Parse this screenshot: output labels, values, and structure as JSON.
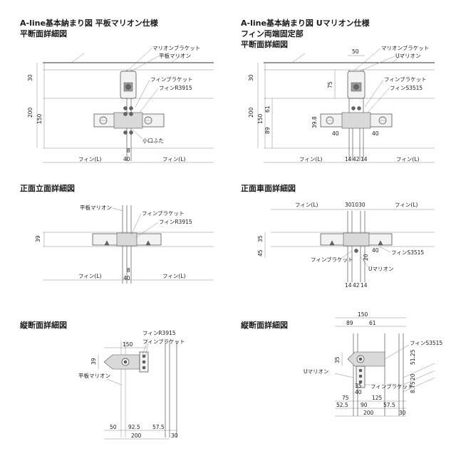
{
  "headings": {
    "left_title": "A-line基本納まり図 平板マリオン仕様",
    "left_sub1": "平断面詳細図",
    "right_title": "A-line基本納まり図 Uマリオン仕様",
    "right_sub1": "フィン両端固定部",
    "right_sub2": "平断面詳細図",
    "front_left": "正面立面詳細図",
    "front_right": "正面車面詳細図",
    "sect_left": "縦断面詳細図",
    "sect_right": "縦断面詳細図"
  },
  "labels": {
    "mullion_bracket": "マリオンブラケット",
    "flat_mullion": "平板マリオン",
    "u_mullion": "Uマリオン",
    "fin_bracket": "フィンブラケット",
    "fin_r3915": "フィンR3915",
    "fin_s3515": "フィンS3515",
    "small_cap": "小口ふた",
    "fin_l": "フィン(L)"
  },
  "dims": {
    "p1": {
      "d30": "30",
      "d200": "200",
      "d150": "150",
      "d8": "8",
      "d40": "40"
    },
    "p2": {
      "d50": "50",
      "d75": "75",
      "d30": "30",
      "d200": "200",
      "d61": "61",
      "d150": "150",
      "d89": "89",
      "d398": "39.8",
      "d40a": "40",
      "d40b": "40",
      "d14a": "14",
      "d42": "42",
      "d14b": "14"
    },
    "p3": {
      "d39": "39",
      "d8": "8",
      "d40": "40"
    },
    "p4": {
      "top": "301030",
      "d35": "35",
      "d45": "45",
      "d40": "40",
      "d20": "20",
      "bot": "14",
      "bot2": "42",
      "bot3": "14"
    },
    "p5": {
      "d150": "150",
      "d39": "39",
      "d50": "50",
      "d925": "92.5",
      "d575": "57.5",
      "d30": "30",
      "d200": "200"
    },
    "p6": {
      "d150": "150",
      "d89": "89",
      "d61": "61",
      "d35": "35",
      "d20": "20",
      "d5125": "51.25",
      "d875": "8.75",
      "d35b": "35",
      "d40": "40",
      "d75": "75",
      "d125": "125",
      "d525": "52.5",
      "d90": "90",
      "d575": "57.5",
      "d200": "200",
      "d30": "30"
    }
  }
}
